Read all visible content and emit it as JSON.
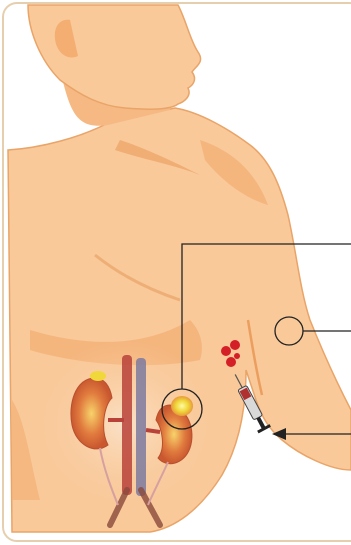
{
  "figure": {
    "subject": "human-torso-diagram",
    "colors": {
      "frame_border": "#e6cfae",
      "background": "#ffffff",
      "skin_light": "#f9c99a",
      "skin_mid": "#f4ae72",
      "skin_shadow": "#e8944f",
      "outline": "#e9a468",
      "kidney": "#d2603a",
      "adrenal_highlight": "#f3e04a",
      "vessel_red": "#b8423a",
      "vessel_blue": "#7d7aa0",
      "blood_drop": "#d41f26",
      "callout_line": "#222222",
      "syringe_body": "#d9d9d9"
    },
    "callouts": [
      {
        "id": "adrenal-gland-marker",
        "shape": "circle",
        "target": "left-adrenal-gland-and-kidney"
      },
      {
        "id": "upper-arm-marker",
        "shape": "circle",
        "target": "upper-arm"
      },
      {
        "id": "injection-arrow",
        "shape": "arrow",
        "target": "syringe-at-forearm"
      }
    ],
    "labels": []
  }
}
